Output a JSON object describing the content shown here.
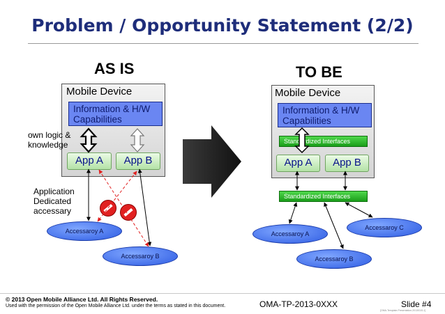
{
  "title": "Problem / Opportunity Statement  (2/2)",
  "as_is": {
    "heading": "AS IS",
    "device_label": "Mobile Device",
    "info_line1": "Information & H/W",
    "info_line2": "Capabilities",
    "note_logic_line1": "own logic &",
    "note_logic_line2": "knowledge",
    "app_a": "App A",
    "app_b": "App B",
    "note_accessary_line1": "Application",
    "note_accessary_line2": "Dedicated",
    "note_accessary_line3": "accessary",
    "accessory_a": "Accessaroy A",
    "accessory_b": "Accessaroy B"
  },
  "to_be": {
    "heading": "TO BE",
    "device_label": "Mobile Device",
    "info_line1": "Information & H/W",
    "info_line2": "Capabilities",
    "std_interfaces_top": "Standardized Interfaces",
    "app_a": "App A",
    "app_b": "App B",
    "std_interfaces_bottom": "Standardized  Interfaces",
    "accessory_a": "Accessaroy A",
    "accessory_b": "Accessaroy B",
    "accessory_c": "Accessaroy C"
  },
  "footer": {
    "copyright": "© 2013 Open Mobile Alliance Ltd.  All Rights Reserved.",
    "permission": "Used with the permission of the Open Mobile Alliance Ltd. under the terms as stated in this document.",
    "doc_ref": "OMA-TP-2013-0XXX",
    "slide_number": "Slide #4",
    "template": "[OMA-Template-Presentation-20130101-I]"
  },
  "colors": {
    "title": "#1e2d7a",
    "info_box": "#6a86f2",
    "app_box": "#b3e2a6",
    "std_interface": "#1a9e1a",
    "accessory": "#2d5be2",
    "blocked_arrow": "#e12020"
  },
  "icons": [
    "no-entry-icon",
    "double-arrow-icon",
    "big-right-arrow-icon"
  ]
}
